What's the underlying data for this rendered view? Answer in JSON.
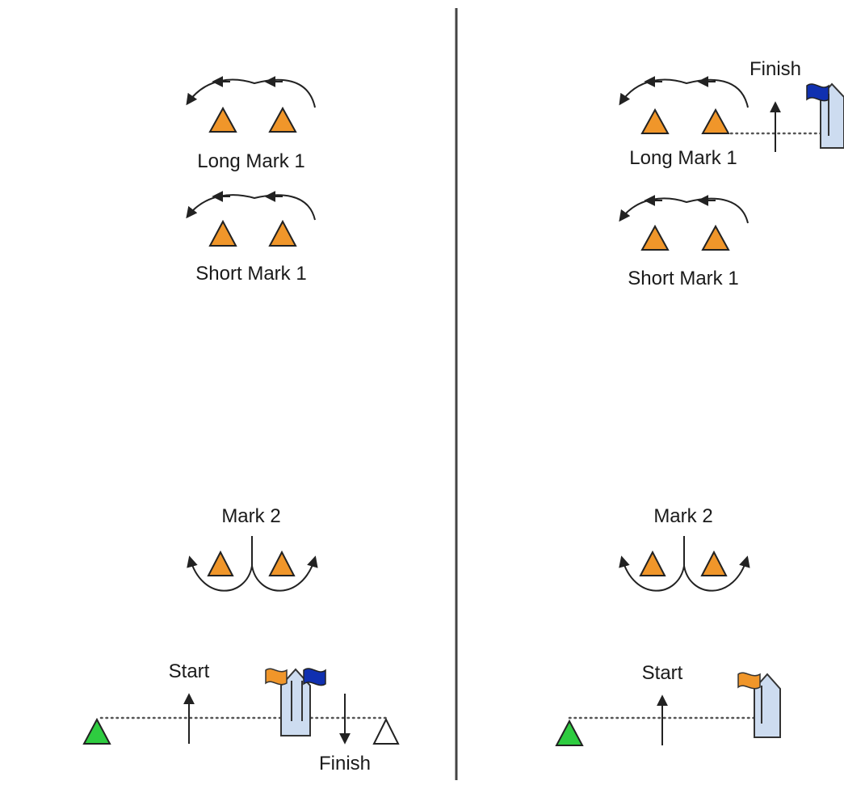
{
  "left_panel": {
    "long_mark_label": "Long Mark 1",
    "short_mark_label": "Short Mark 1",
    "mark2_label": "Mark 2",
    "start_label": "Start",
    "finish_label": "Finish"
  },
  "right_panel": {
    "long_mark_label": "Long Mark 1",
    "short_mark_label": "Short Mark 1",
    "mark2_label": "Mark 2",
    "start_label": "Start",
    "finish_label": "Finish"
  },
  "colors": {
    "mark": "#f0962a",
    "pin_start": "#2ecc40",
    "pin_finish": "#ffffff",
    "boat": "#cddcf0",
    "flag_orange": "#f0962a",
    "flag_blue": "#1030b0"
  },
  "icons": [
    "rounding-arrow-icon",
    "start-arrow-icon",
    "finish-arrow-icon",
    "orange-flag-icon",
    "blue-flag-icon",
    "committee-boat-icon"
  ]
}
